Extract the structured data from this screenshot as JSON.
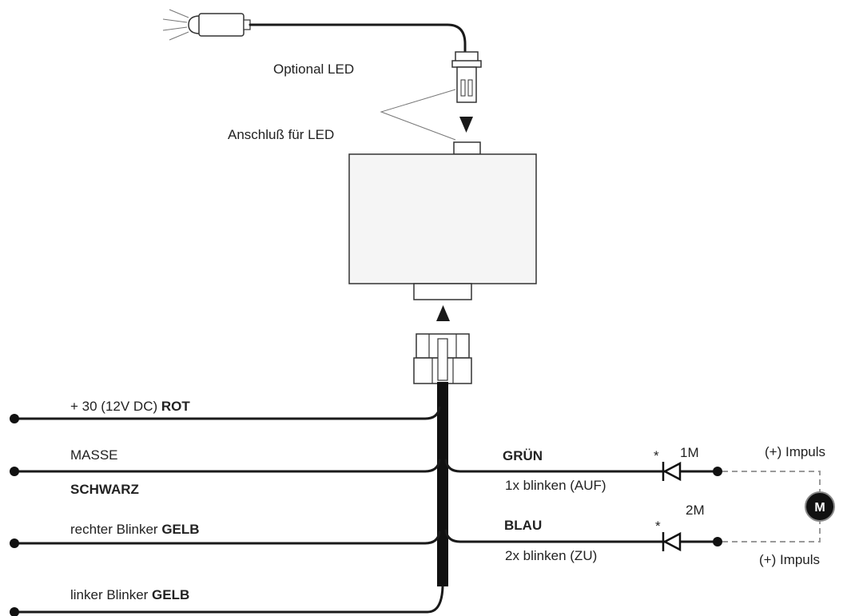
{
  "led": {
    "optional_label": "Optional LED",
    "connector_label": "Anschluß für LED"
  },
  "wires_left": [
    {
      "label_prefix": "+ 30 (12V DC) ",
      "label_bold": "ROT"
    },
    {
      "label_prefix": "MASSE",
      "label_bold": "SCHWARZ"
    },
    {
      "label_prefix": "rechter Blinker ",
      "label_bold": "GELB"
    },
    {
      "label_prefix": "linker Blinker ",
      "label_bold": "GELB"
    }
  ],
  "wires_right": [
    {
      "color": "GRÜN",
      "function": "1x blinken (AUF)",
      "diode_mark": "*",
      "motor_terminal": "1M",
      "signal": "(+) Impuls"
    },
    {
      "color": "BLAU",
      "function": "2x blinken (ZU)",
      "diode_mark": "*",
      "motor_terminal": "2M",
      "signal": "(+) Impuls"
    }
  ],
  "motor": {
    "symbol": "M"
  }
}
